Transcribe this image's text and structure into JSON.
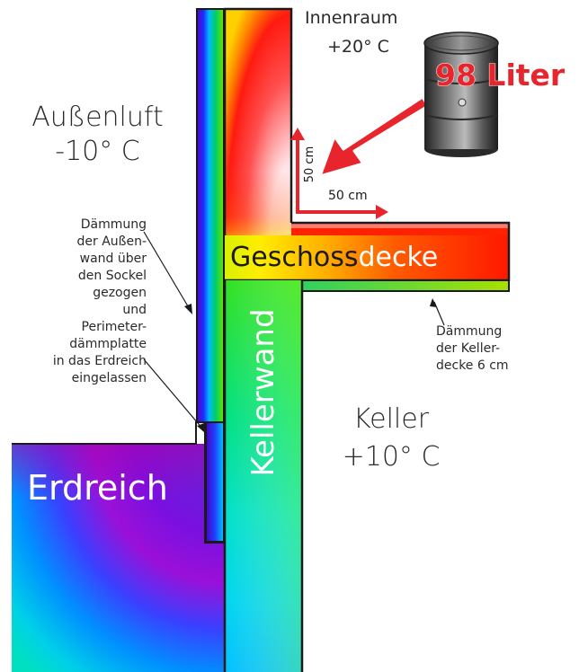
{
  "labels": {
    "interior_title": "Innenraum",
    "interior_temp": "+20° C",
    "outside_title": "Außenluft",
    "outside_temp": "-10° C",
    "cellar_title": "Keller",
    "cellar_temp": "+10° C",
    "ceiling_part1": "Geschoss",
    "ceiling_part2": "decke",
    "cellar_wall": "Kellerwand",
    "soil": "Erdreich",
    "dim_vertical": "50 cm",
    "dim_horizontal": "50 cm",
    "barrel_amount": "98 Liter"
  },
  "annotation_left": [
    "Dämmung",
    "der Außen-",
    "wand über",
    "den Sockel",
    "gezogen",
    "und",
    "Perimeter-",
    "dämmplatte",
    "in das Erdreich",
    "eingelassen"
  ],
  "annotation_right": [
    "Dämmung",
    "der Keller-",
    "decke 6 cm"
  ],
  "colors": {
    "outline": "#1a1a1a",
    "heat_arrow": "#e8242c",
    "barrel_text": "#e8242c",
    "warm": "#ff0000",
    "cold": "#6a00d8"
  }
}
